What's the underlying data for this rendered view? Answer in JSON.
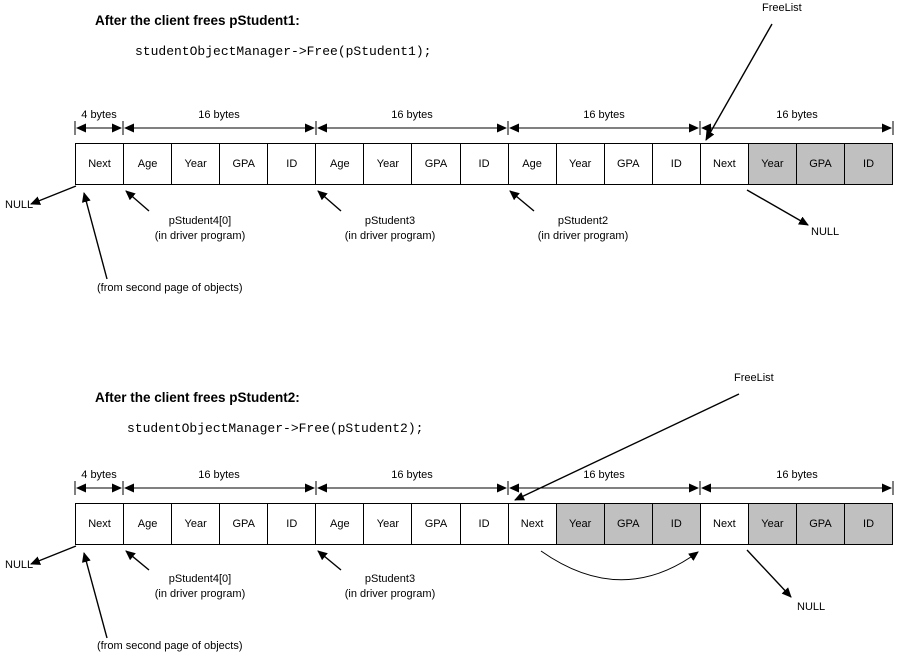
{
  "diagrams": [
    {
      "title": "After the client frees pStudent1:",
      "code": "studentObjectManager->Free(pStudent1);",
      "freelist_label": "FreeList",
      "size_labels": [
        "4 bytes",
        "16 bytes",
        "16 bytes",
        "16 bytes",
        "16 bytes"
      ],
      "cells": [
        {
          "label": "Next",
          "shaded": false
        },
        {
          "label": "Age",
          "shaded": false
        },
        {
          "label": "Year",
          "shaded": false
        },
        {
          "label": "GPA",
          "shaded": false
        },
        {
          "label": "ID",
          "shaded": false
        },
        {
          "label": "Age",
          "shaded": false
        },
        {
          "label": "Year",
          "shaded": false
        },
        {
          "label": "GPA",
          "shaded": false
        },
        {
          "label": "ID",
          "shaded": false
        },
        {
          "label": "Age",
          "shaded": false
        },
        {
          "label": "Year",
          "shaded": false
        },
        {
          "label": "GPA",
          "shaded": false
        },
        {
          "label": "ID",
          "shaded": false
        },
        {
          "label": "Next",
          "shaded": false
        },
        {
          "label": "Year",
          "shaded": true
        },
        {
          "label": "GPA",
          "shaded": true
        },
        {
          "label": "ID",
          "shaded": true
        }
      ],
      "null_left": "NULL",
      "null_right": "NULL",
      "pointers": [
        {
          "name": "pStudent4[0]",
          "sub": "(in driver program)"
        },
        {
          "name": "pStudent3",
          "sub": "(in driver program)"
        },
        {
          "name": "pStudent2",
          "sub": "(in driver program)"
        }
      ],
      "footnote": "(from second page of objects)"
    },
    {
      "title": "After the client frees pStudent2:",
      "code": "studentObjectManager->Free(pStudent2);",
      "freelist_label": "FreeList",
      "size_labels": [
        "4 bytes",
        "16 bytes",
        "16 bytes",
        "16 bytes",
        "16 bytes"
      ],
      "cells": [
        {
          "label": "Next",
          "shaded": false
        },
        {
          "label": "Age",
          "shaded": false
        },
        {
          "label": "Year",
          "shaded": false
        },
        {
          "label": "GPA",
          "shaded": false
        },
        {
          "label": "ID",
          "shaded": false
        },
        {
          "label": "Age",
          "shaded": false
        },
        {
          "label": "Year",
          "shaded": false
        },
        {
          "label": "GPA",
          "shaded": false
        },
        {
          "label": "ID",
          "shaded": false
        },
        {
          "label": "Next",
          "shaded": false
        },
        {
          "label": "Year",
          "shaded": true
        },
        {
          "label": "GPA",
          "shaded": true
        },
        {
          "label": "ID",
          "shaded": true
        },
        {
          "label": "Next",
          "shaded": false
        },
        {
          "label": "Year",
          "shaded": true
        },
        {
          "label": "GPA",
          "shaded": true
        },
        {
          "label": "ID",
          "shaded": true
        }
      ],
      "null_left": "NULL",
      "null_right": "NULL",
      "pointers": [
        {
          "name": "pStudent4[0]",
          "sub": "(in driver program)"
        },
        {
          "name": "pStudent3",
          "sub": "(in driver program)"
        }
      ],
      "footnote": "(from second page of objects)"
    }
  ],
  "colors": {
    "shaded_cell": "#c0c0c0",
    "line": "#000000",
    "background": "#ffffff"
  }
}
